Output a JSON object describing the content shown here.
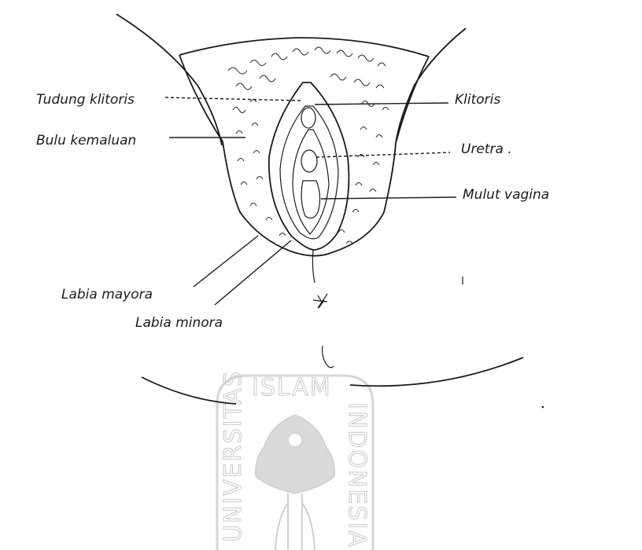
{
  "labels": {
    "tudung_klitoris": "Tudung klitoris",
    "bulu_kemaluan": "Bulu kemaluan",
    "labia_mayora": "Labia mayora",
    "labia_minora": "Labia minora",
    "klitoris": "Klitoris",
    "uretra": "Uretra .",
    "mulut_vagina": "Mulut vagina"
  },
  "watermark": {
    "top": "ISLAM",
    "left": "UNIVERSITAS",
    "right": "INDONESIA",
    "color": "#c8c8c8"
  },
  "colors": {
    "ink": "#1a1a1a",
    "background": "#ffffff"
  }
}
